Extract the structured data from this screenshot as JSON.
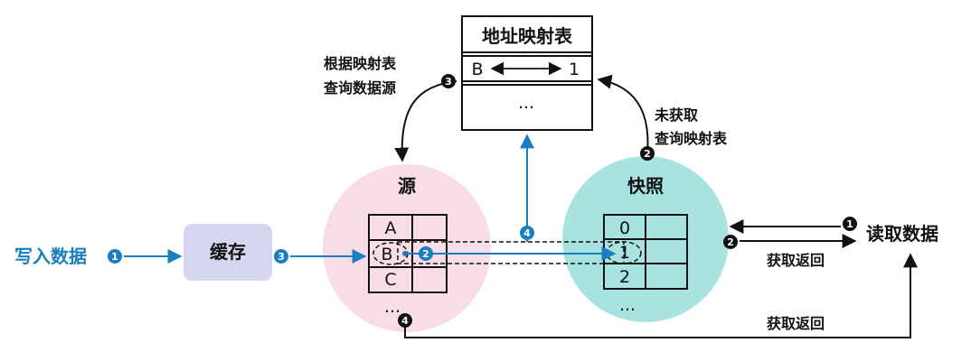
{
  "colors": {
    "blue": "#1a7fc1",
    "black": "#111111",
    "source_circle": "#f8dde4",
    "snapshot_circle": "#a9e3e1",
    "cache_box": "#d6d6f0"
  },
  "write": {
    "label": "写入数据",
    "step": "1"
  },
  "cache": {
    "label": "缓存",
    "step": "3"
  },
  "source": {
    "title": "源",
    "rows": [
      "A",
      "B",
      "C"
    ],
    "more": "...",
    "step_b": "2",
    "step_bottom": "4"
  },
  "snapshot": {
    "title": "快照",
    "rows": [
      "0",
      "1",
      "2"
    ],
    "more": "..."
  },
  "mapping": {
    "title": "地址映射表",
    "left": "B",
    "right": "1",
    "more": "..."
  },
  "read": {
    "label": "读取数据",
    "step_in": "1",
    "step_out": "2",
    "return_label": "获取返回"
  },
  "bottom_return": {
    "label": "获取返回",
    "step": "4"
  },
  "notes": {
    "query_source_line1": "根据映射表",
    "query_source_line2": "查询数据源",
    "query_source_step": "3",
    "not_found_line1": "未获取",
    "not_found_line2": "查询映射表",
    "not_found_step": "2",
    "up_step": "4"
  }
}
